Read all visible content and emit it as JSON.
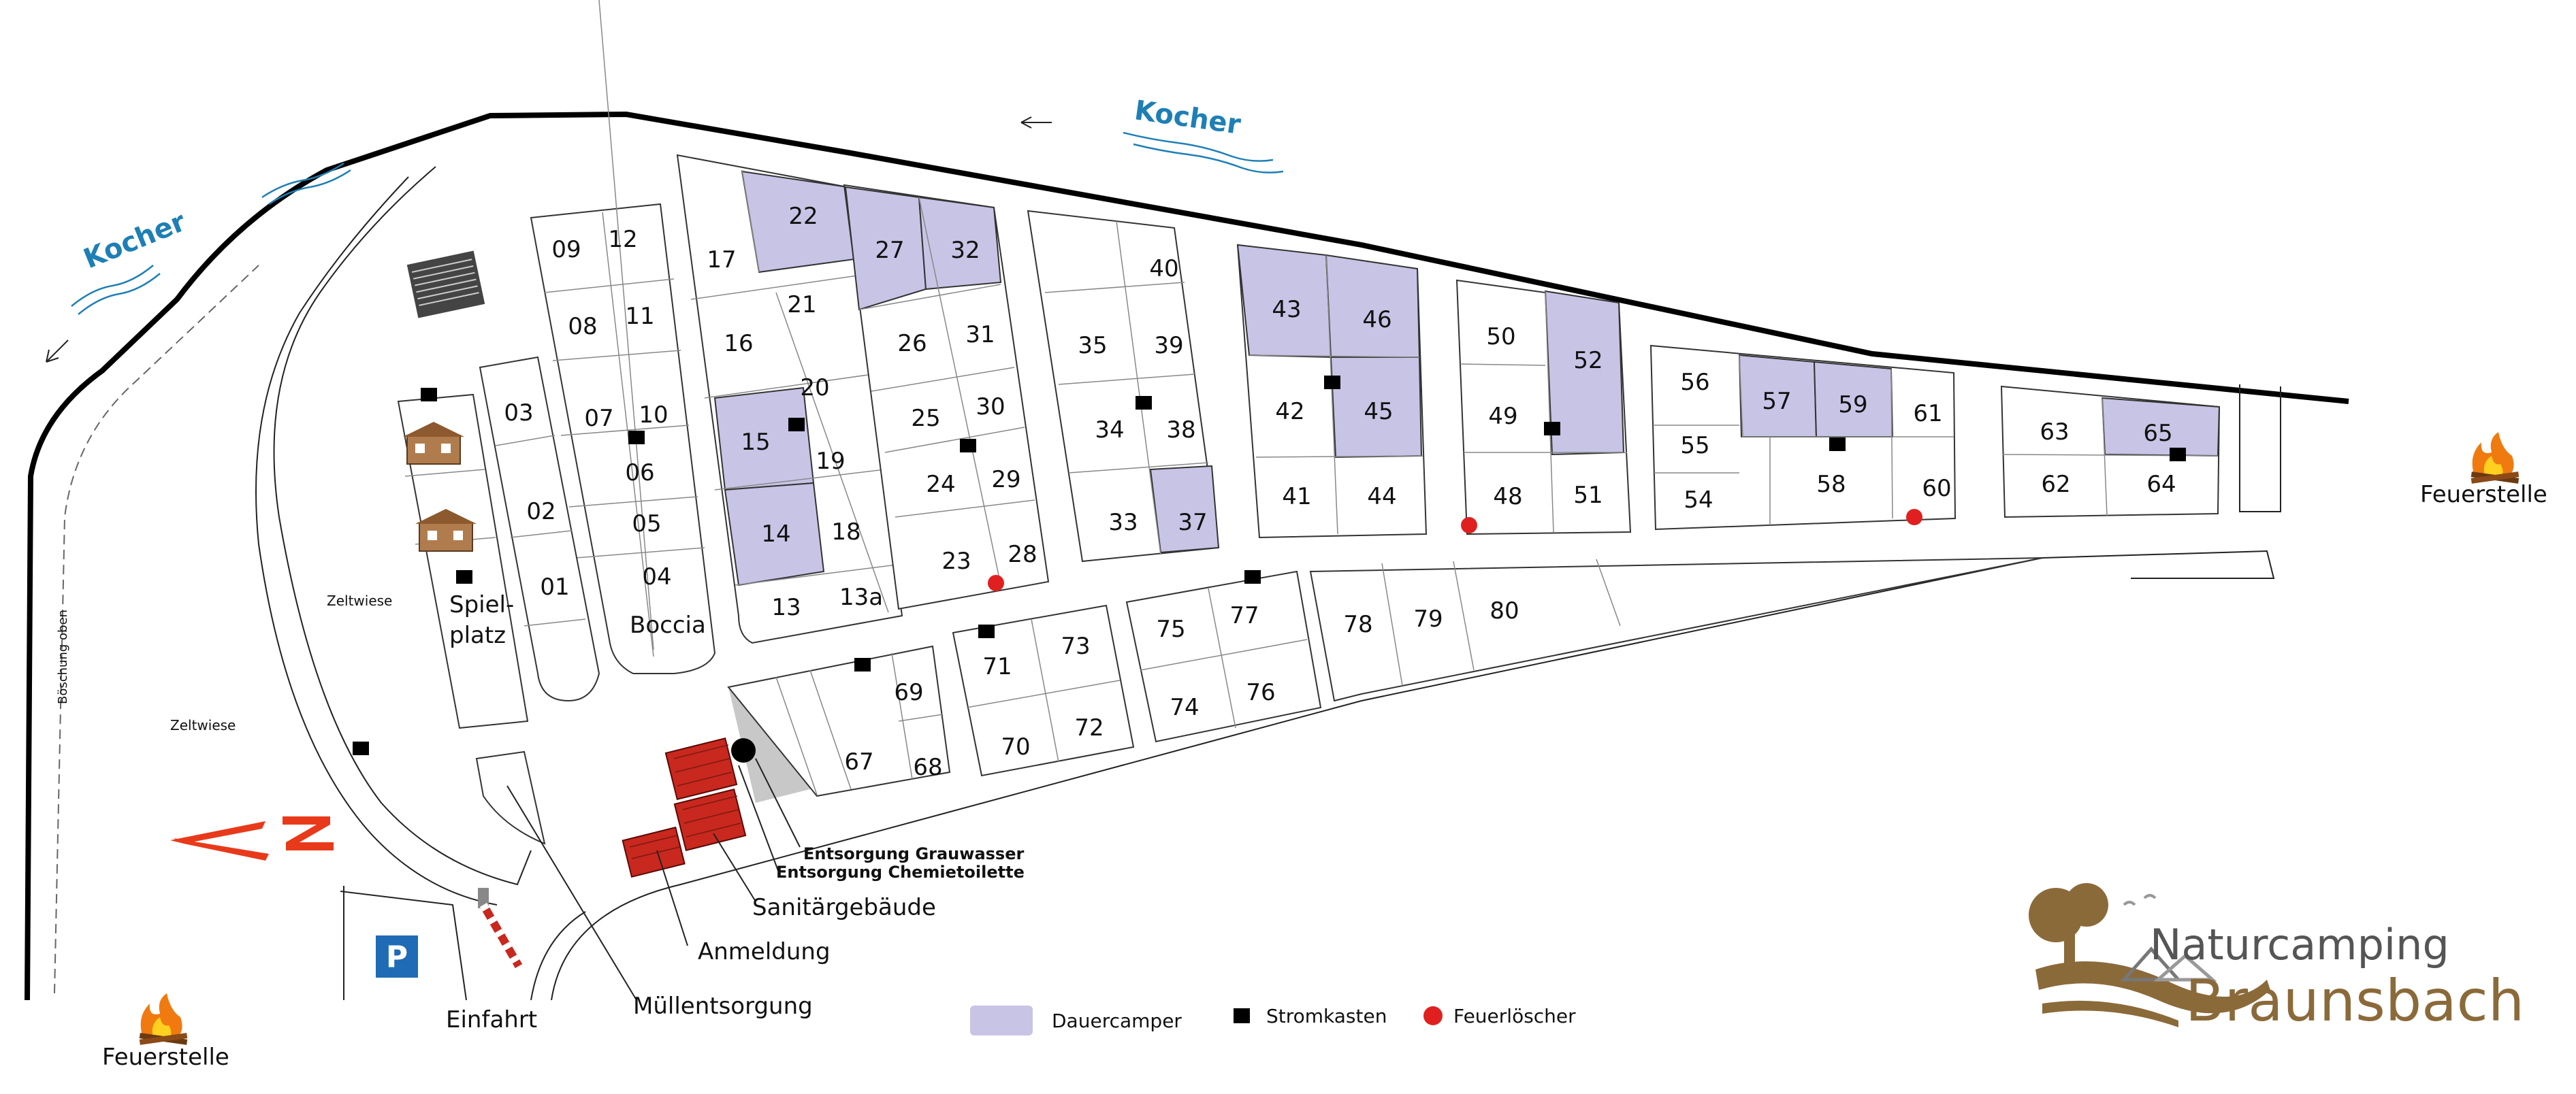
{
  "river": {
    "labels": [
      "Kocher",
      "Kocher"
    ]
  },
  "pitches": {
    "p09": "09",
    "p12": "12",
    "p08": "08",
    "p11": "11",
    "p07": "07",
    "p10": "10",
    "p06": "06",
    "p05": "05",
    "p04": "04",
    "p03": "03",
    "p02": "02",
    "p01": "01",
    "p17": "17",
    "p22": "22",
    "p16": "16",
    "p21": "21",
    "p20": "20",
    "p15": "15",
    "p19": "19",
    "p14": "14",
    "p18": "18",
    "p13": "13",
    "p13a": "13a",
    "p27": "27",
    "p32": "32",
    "p26": "26",
    "p31": "31",
    "p25": "25",
    "p30": "30",
    "p24": "24",
    "p29": "29",
    "p23": "23",
    "p28": "28",
    "p40": "40",
    "p35": "35",
    "p39": "39",
    "p34": "34",
    "p38": "38",
    "p33": "33",
    "p37": "37",
    "p43": "43",
    "p46": "46",
    "p42": "42",
    "p45": "45",
    "p41": "41",
    "p44": "44",
    "p50": "50",
    "p52": "52",
    "p49": "49",
    "p48": "48",
    "p51": "51",
    "p56": "56",
    "p57": "57",
    "p59": "59",
    "p61": "61",
    "p55": "55",
    "p58": "58",
    "p54": "54",
    "p60": "60",
    "p63": "63",
    "p65": "65",
    "p62": "62",
    "p64": "64",
    "p67": "67",
    "p68": "68",
    "p69": "69",
    "p70": "70",
    "p71": "71",
    "p72": "72",
    "p73": "73",
    "p74": "74",
    "p75": "75",
    "p76": "76",
    "p77": "77",
    "p78": "78",
    "p79": "79",
    "p80": "80"
  },
  "labels": {
    "spielplatz_1": "Spiel-",
    "spielplatz_2": "platz",
    "boccia": "Boccia",
    "zeltwiese_1": "Zeltwiese",
    "zeltwiese_2": "Zeltwiese",
    "boeschung": "Böschung oben",
    "feuerstelle_right": "Feuerstelle",
    "feuerstelle_left": "Feuerstelle",
    "grauwasser": "Entsorgung Grauwasser",
    "chemie": "Entsorgung Chemietoilette",
    "sanitaer": "Sanitärgebäude",
    "anmeldung": "Anmeldung",
    "muell": "Müllentsorgung",
    "einfahrt": "Einfahrt",
    "parking": "P"
  },
  "legend": {
    "dauercamper": "Dauercamper",
    "stromkasten": "Stromkasten",
    "feuerloescher": "Feuerlöscher"
  },
  "logo": {
    "line1": "Naturcamping",
    "line2": "Braunsbach"
  },
  "colors": {
    "dauercamper": "#C8C4E6",
    "river_blue": "#1E7FB5",
    "extinguisher": "#E02020",
    "sanitary": "#C8281E",
    "parking": "#1F6BB5",
    "north_arrow": "#E83A1A",
    "logo_brown": "#8B6A3A"
  }
}
